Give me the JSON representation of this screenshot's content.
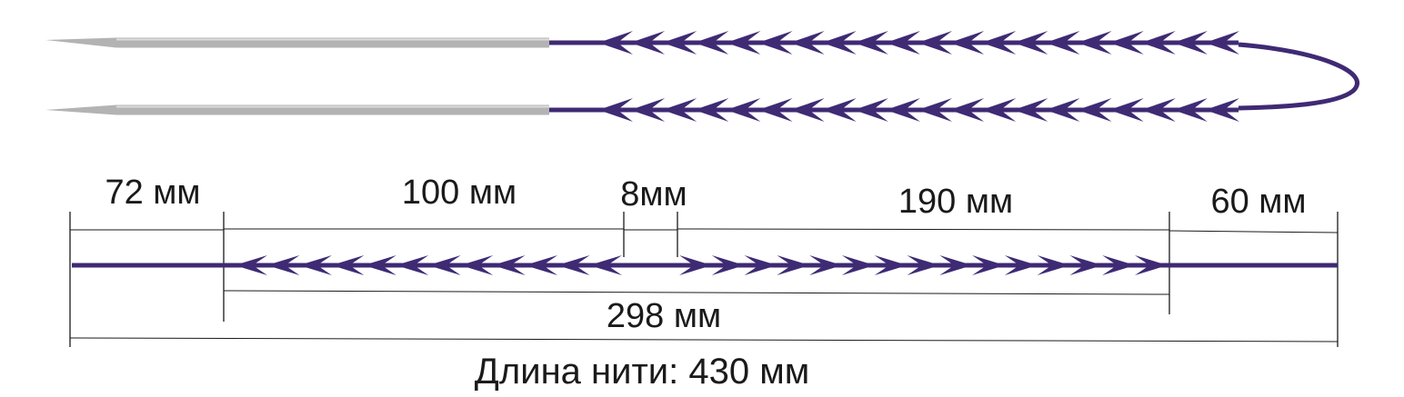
{
  "colors": {
    "thread": "#3f2a74",
    "needle": "#b3b3b3",
    "needle_highlight": "#dcdcdc",
    "dimension_line": "#1a1a1a",
    "text": "#1a1a1a"
  },
  "segments": {
    "left_free": "72 мм",
    "left_barbed": "100 мм",
    "gap": "8мм",
    "right_barbed": "190 мм",
    "right_free": "60 мм",
    "barbed_total": "298 мм"
  },
  "total_length": "Длина нити: 430 мм"
}
